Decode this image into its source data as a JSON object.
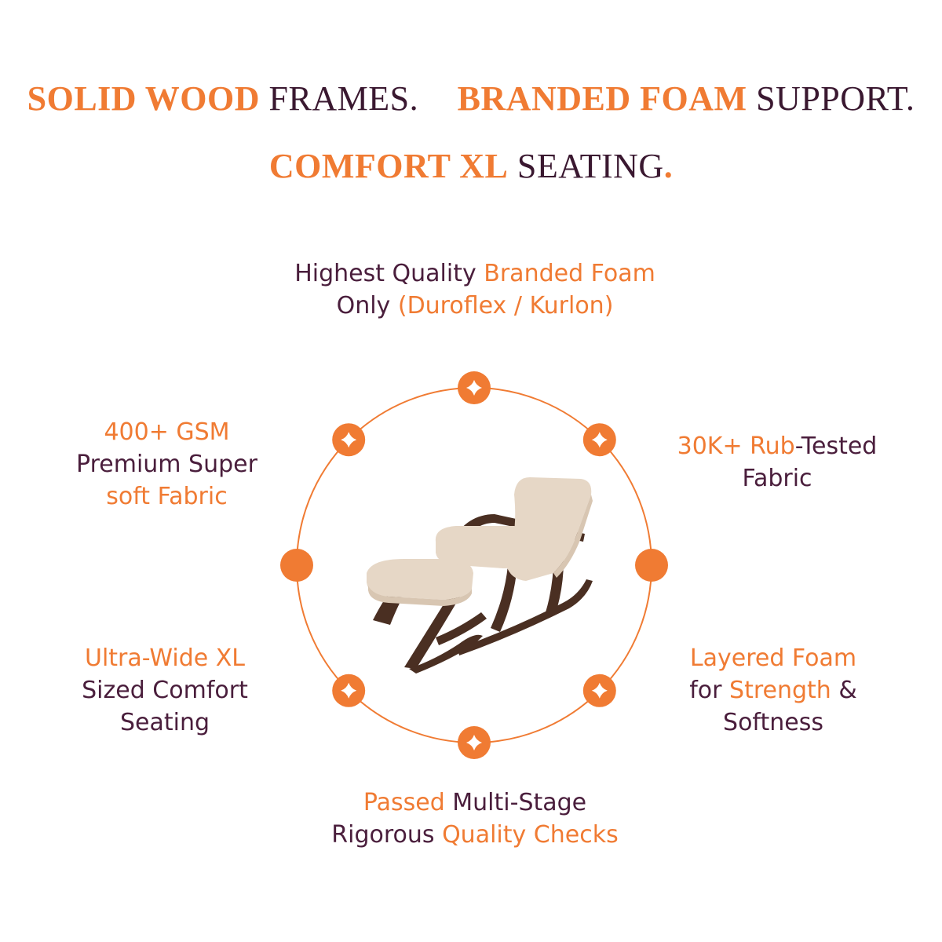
{
  "headline": {
    "line1": {
      "part1_bold": "SOLID WOOD",
      "part1_rest": "FRAMES.",
      "part2_bold": "BRANDED FOAM",
      "part2_rest": "SUPPORT."
    },
    "line2": {
      "bold": "COMFORT XL",
      "rest": "SEATING",
      "period": "."
    }
  },
  "features": {
    "top": {
      "l1a": "Highest Quality ",
      "l1b": "Branded Foam",
      "l2a": "Only ",
      "l2b": "(Duroflex / Kurlon)"
    },
    "upper_left": {
      "l1": "400+ GSM",
      "l2": "Premium Super",
      "l3": "soft Fabric"
    },
    "upper_right": {
      "l1a": "30K+ Rub",
      "l1b": "-Tested",
      "l2": "Fabric"
    },
    "lower_left": {
      "l1": "Ultra-Wide XL",
      "l2": "Sized Comfort",
      "l3": "Seating"
    },
    "lower_right": {
      "l1": "Layered Foam",
      "l2a": "for ",
      "l2b": "Strength",
      "l2c": " &",
      "l3": "Softness"
    },
    "bottom": {
      "l1a": "Passed",
      "l1b": " Multi-Stage",
      "l2a": "Rigorous ",
      "l2b": "Quality Checks"
    }
  },
  "colors": {
    "accent": "#F07B33",
    "text_dark": "#4A1E3C",
    "background": "#FFFFFF",
    "wood": "#4A2F22",
    "fabric": "#E6D7C6"
  },
  "icons": [
    "sparkle-icon",
    "dot-icon"
  ],
  "product_image": "rocking-chair-with-ottoman"
}
